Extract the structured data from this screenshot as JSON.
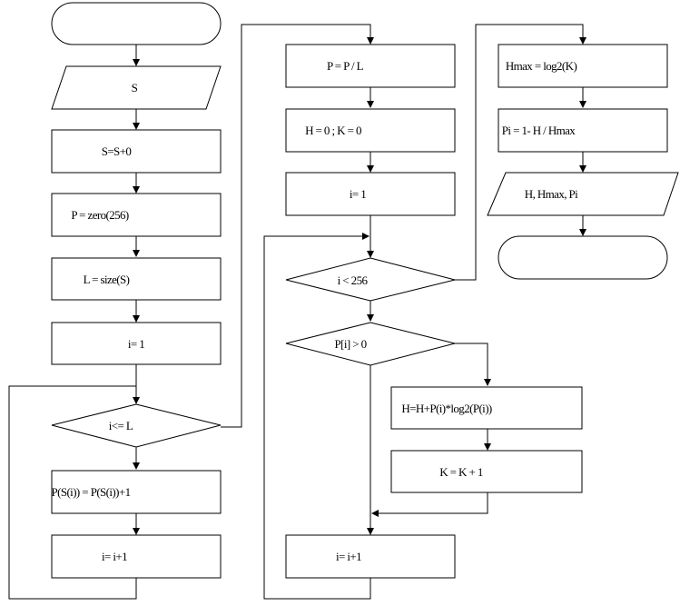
{
  "col1": {
    "start_terminal": "",
    "input_s": "S",
    "s_update": "S=S+0",
    "p_zero": "P = zero(256)",
    "l_size": "L = size(S)",
    "i_init": "i= 1",
    "cond_i_le_l": "i<= L",
    "p_increment": "P(S(i)) = P(S(i))+1",
    "i_increment": "i= i+1"
  },
  "col2": {
    "p_normalize": "P = P / L",
    "h_k_init": "H = 0 ; K = 0",
    "i_init": "i= 1",
    "cond_i_lt_256": "i < 256",
    "cond_p_gt_0": "P[i] > 0",
    "h_update": "H=H+P(i)*log2(P(i))",
    "k_increment": "K = K + 1",
    "i_increment": "i= i+1"
  },
  "col3": {
    "hmax": "Hmax = log2(K)",
    "pi_calc": "Pi = 1- H / Hmax",
    "output": "H, Hmax, Pi",
    "end_terminal": ""
  }
}
